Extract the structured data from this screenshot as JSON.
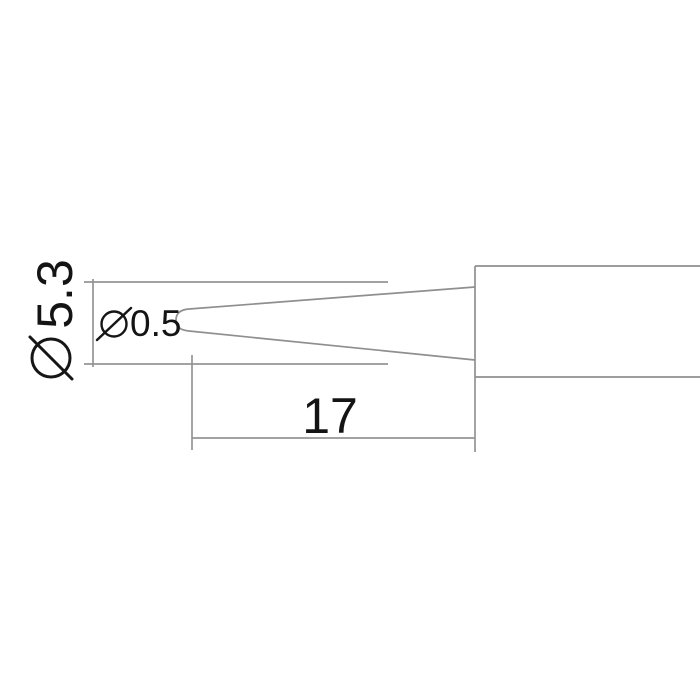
{
  "drawing": {
    "kind": "technical-dimension-drawing",
    "part": "conical-tip-with-cylindrical-body",
    "background_color": "#ffffff",
    "line_color": "#8f8f8f",
    "text_color": "#141414",
    "dimensions": {
      "shank_diameter": {
        "symbol": "⌀",
        "value": "5.3",
        "full_label": "⌀5.3",
        "orientation": "vertical-rotated"
      },
      "tip_diameter": {
        "symbol": "⌀",
        "value": "0.5",
        "full_label": "⌀0.5",
        "orientation": "horizontal"
      },
      "cone_length": {
        "value": "17",
        "full_label": "17",
        "orientation": "horizontal"
      }
    },
    "icons": {
      "diameter_symbol": "slashed-circle"
    }
  }
}
